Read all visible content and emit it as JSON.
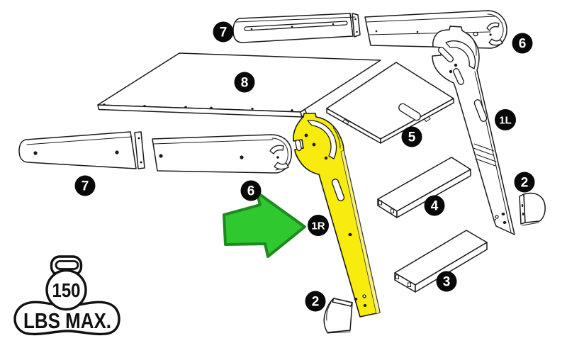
{
  "diagram": {
    "type": "assembly-exploded-diagram",
    "background": "#ffffff",
    "highlight_color": "#F7EC0E",
    "arrow_color": "#2FC82F",
    "line_color": "#1a1a1a",
    "part_labels": {
      "top_rail": "7",
      "top_right_rail": "6",
      "tabletop_panel": "8",
      "left_leg": "1L",
      "seat_panel": "5",
      "mid_left_rail": "7",
      "mid_right_rail": "6",
      "right_leg": "1R",
      "upper_step": "4",
      "right_foot": "2",
      "lower_step": "3",
      "left_foot": "2"
    },
    "weight_limit": {
      "icon": "kettlebell-icon",
      "value": "150",
      "unit": "LBS MAX."
    }
  }
}
